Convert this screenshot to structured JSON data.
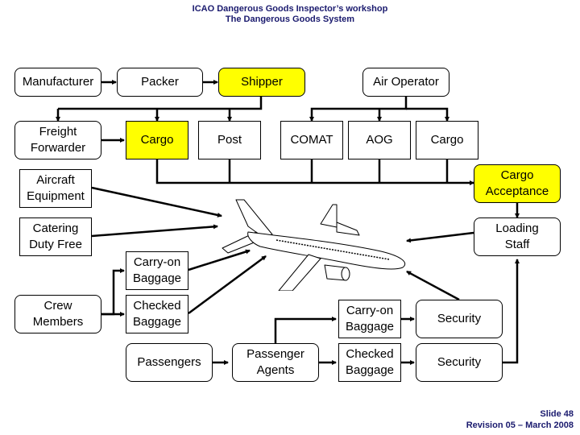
{
  "header": {
    "line1": "ICAO Dangerous Goods Inspector’s workshop",
    "line2": "The Dangerous Goods System"
  },
  "footer": {
    "slide": "Slide 48",
    "revision": "Revision 05 – March 2008"
  },
  "colors": {
    "highlight": "#ffff00",
    "title": "#1a1a6e",
    "line": "#000000"
  },
  "nodes": {
    "manufacturer": "Manufacturer",
    "packer": "Packer",
    "shipper": "Shipper",
    "air_operator": "Air Operator",
    "freight_forwarder": "Freight\nForwarder",
    "cargo_shipper": "Cargo",
    "post": "Post",
    "comat": "COMAT",
    "aog": "AOG",
    "cargo_operator": "Cargo",
    "aircraft_equipment": "Aircraft\nEquipment",
    "cargo_acceptance": "Cargo\nAcceptance",
    "catering_duty_free": "Catering\nDuty Free",
    "loading_staff": "Loading\nStaff",
    "crew_carry_on": "Carry-on\nBaggage",
    "crew_members": "Crew\nMembers",
    "crew_checked": "Checked\nBaggage",
    "passengers": "Passengers",
    "passenger_agents": "Passenger\nAgents",
    "pax_carry_on": "Carry-on\nBaggage",
    "pax_checked": "Checked\nBaggage",
    "security_carry_on": "Security",
    "security_checked": "Security"
  },
  "center_image": "aircraft-illustration"
}
